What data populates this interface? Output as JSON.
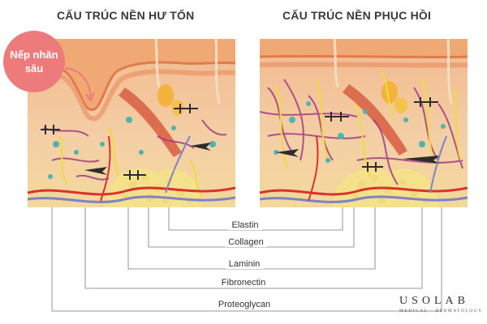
{
  "titles": {
    "left": "CẤU TRÚC NỀN HƯ TỔN",
    "right": "CẤU TRÚC NỀN PHỤC HỒI"
  },
  "callout": {
    "line1": "Nếp nhăn",
    "line2": "sâu"
  },
  "components": [
    {
      "name": "Elastin",
      "color": "#eedc3c"
    },
    {
      "name": "Collagen",
      "color": "#a23a86"
    },
    {
      "name": "Laminin",
      "color": "#3a3a3a"
    },
    {
      "name": "Fibronectin",
      "color": "#5a5a5a"
    },
    {
      "name": "Proteoglycan",
      "color": "#4fb4b0"
    }
  ],
  "brand": {
    "name": "USOLAB",
    "tagline": "MEDICAL · DERMATOLOGY"
  },
  "colors": {
    "skin_top": "#f3b37c",
    "dermis": "#f1c99c",
    "fat": "#f5e08c",
    "muscle": "#dc6e4f",
    "vessel_red": "#d9322d",
    "vessel_blue": "#7c84c6",
    "callout": "#ee7b7b"
  }
}
